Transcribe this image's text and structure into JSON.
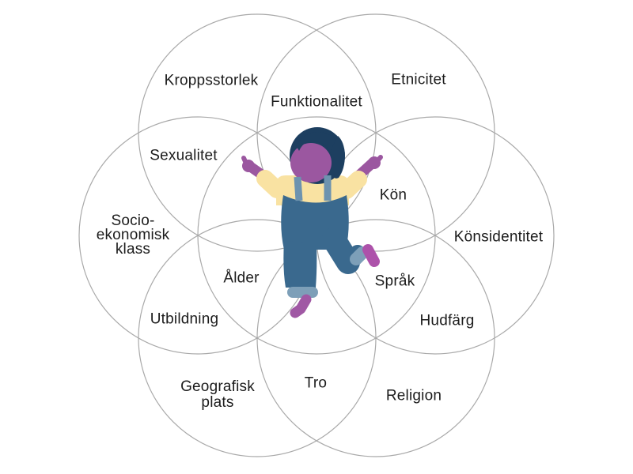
{
  "labels": {
    "kroppsstorlek": "Kroppsstorlek",
    "funktionalitet": "Funktionalitet",
    "etnicitet": "Etnicitet",
    "sexualitet": "Sexualitet",
    "kon": "Kön",
    "socioekonomisk_klass": "Socio-\nekonomisk\nklass",
    "konsidentitet": "Könsidentitet",
    "alder": "Ålder",
    "sprak": "Språk",
    "utbildning": "Utbildning",
    "hudfarg": "Hudfärg",
    "geografisk_plats": "Geografisk\nplats",
    "tro": "Tro",
    "religion": "Religion"
  },
  "colors": {
    "background": "#ffffff",
    "circle_stroke": "#a9a9a9",
    "label_text": "#1c1c1c",
    "hair": "#1d3f60",
    "skin": "#9b57a0",
    "shirt": "#f9e2a2",
    "overalls": "#3a698e",
    "straps": "#6d93af",
    "cuffs": "#7d9fb8",
    "feet": "#a058a4",
    "shoe": "#ad52aa"
  }
}
